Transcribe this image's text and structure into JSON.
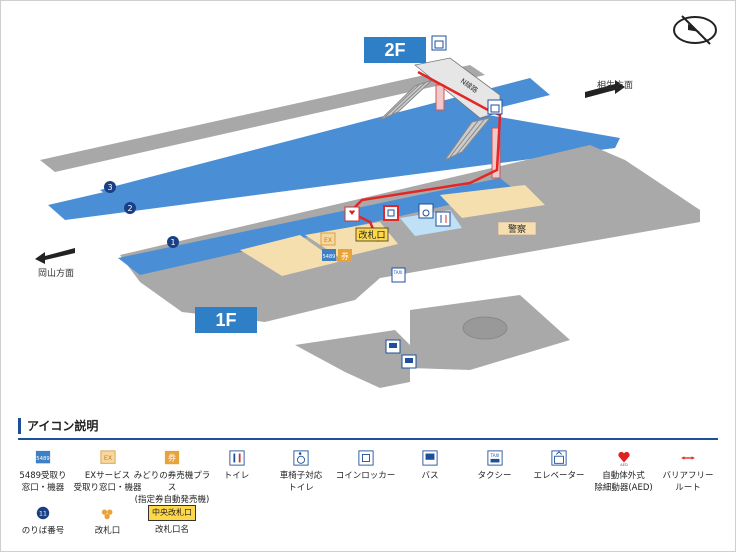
{
  "floors": {
    "upper": "2F",
    "lower": "1F"
  },
  "directions": {
    "east": "相生方面",
    "west": "岡山方面"
  },
  "platforms": {
    "p1": "1",
    "p2": "2",
    "p3": "3"
  },
  "bridge_label": "N線路",
  "gate_label": "改札口",
  "police_label": "警察",
  "legend": {
    "title": "アイコン説明",
    "items": [
      {
        "icon": "ticket-office-icon",
        "label": "5489受取り\n窓口・機器"
      },
      {
        "icon": "ex-service-icon",
        "label": "EXサービス\n受取り窓口・機器"
      },
      {
        "icon": "ticket-machine-icon",
        "label": "みどりの券売機プラス\n(指定券自動発売機)"
      },
      {
        "icon": "toilet-icon",
        "label": "トイレ"
      },
      {
        "icon": "wheelchair-toilet-icon",
        "label": "車椅子対応\nトイレ"
      },
      {
        "icon": "coin-locker-icon",
        "label": "コインロッカー"
      },
      {
        "icon": "bus-icon",
        "label": "バス"
      },
      {
        "icon": "taxi-icon",
        "label": "タクシー"
      },
      {
        "icon": "elevator-icon",
        "label": "エレベーター"
      },
      {
        "icon": "aed-icon",
        "label": "自動体外式\n除細動器(AED)"
      },
      {
        "icon": "barrier-free-route-icon",
        "label": "バリアフリー\nルート"
      }
    ],
    "items2": [
      {
        "icon": "platform-number-icon",
        "label": "のりば番号"
      },
      {
        "icon": "ticket-gate-icon",
        "label": "改札口"
      },
      {
        "icon": "gate-name-icon",
        "label": "改札口名",
        "badge": "中央改札口"
      }
    ]
  },
  "icon_text": {
    "taxi": "TAXI",
    "ex": "EX",
    "aed": "AED",
    "ticket": "5489",
    "kippu": "券"
  },
  "colors": {
    "platform": "#4a8fd6",
    "track": "#a7a7a7",
    "ground": "#a9a9a9",
    "concourse": "#f6dfae",
    "accent": "#2f7fc6",
    "route": "#e32626",
    "gate_badge": "#ffd84a"
  }
}
